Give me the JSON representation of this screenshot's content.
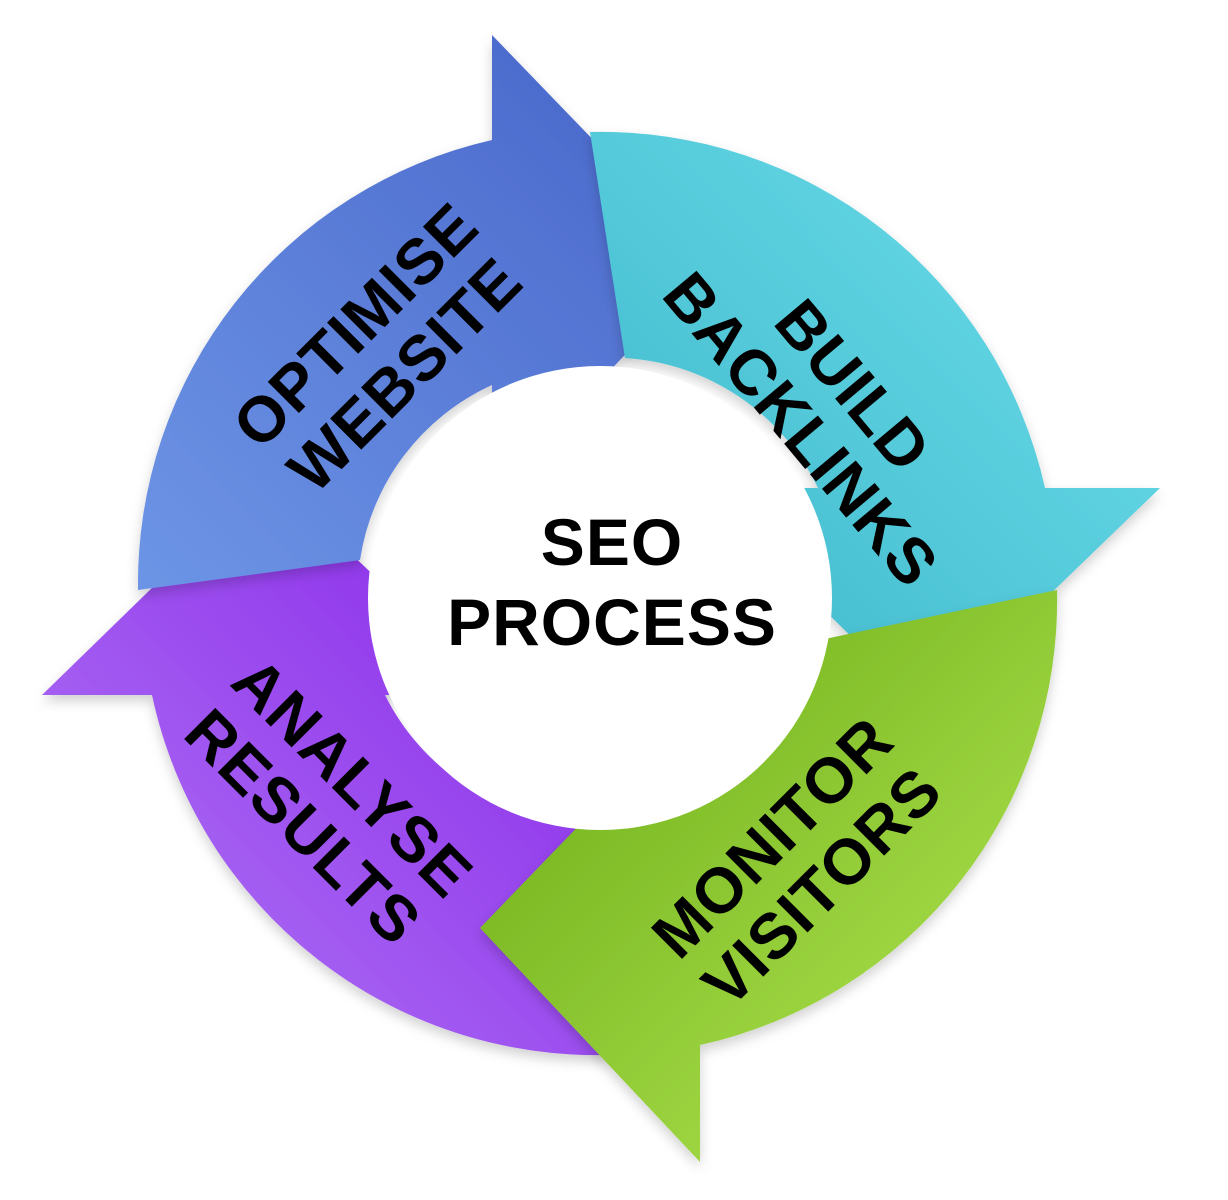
{
  "center": {
    "line1": "SEO",
    "line2": "PROCESS"
  },
  "steps": [
    {
      "id": "optimise-website",
      "line1": "OPTIMISE",
      "line2": "WEBSITE",
      "color_light": "#6d95e6",
      "color_dark": "#4663c8"
    },
    {
      "id": "build-backlinks",
      "line1": "BUILD",
      "line2": "BACKLINKS",
      "color_light": "#6ee0ec",
      "color_dark": "#3bb4c8"
    },
    {
      "id": "monitor-visitors",
      "line1": "MONITOR",
      "line2": "VISITORS",
      "color_light": "#b6ea56",
      "color_dark": "#67a812"
    },
    {
      "id": "analyse-results",
      "line1": "ANALYSE",
      "line2": "RESULTS",
      "color_light": "#b27af5",
      "color_dark": "#8520e8"
    }
  ]
}
